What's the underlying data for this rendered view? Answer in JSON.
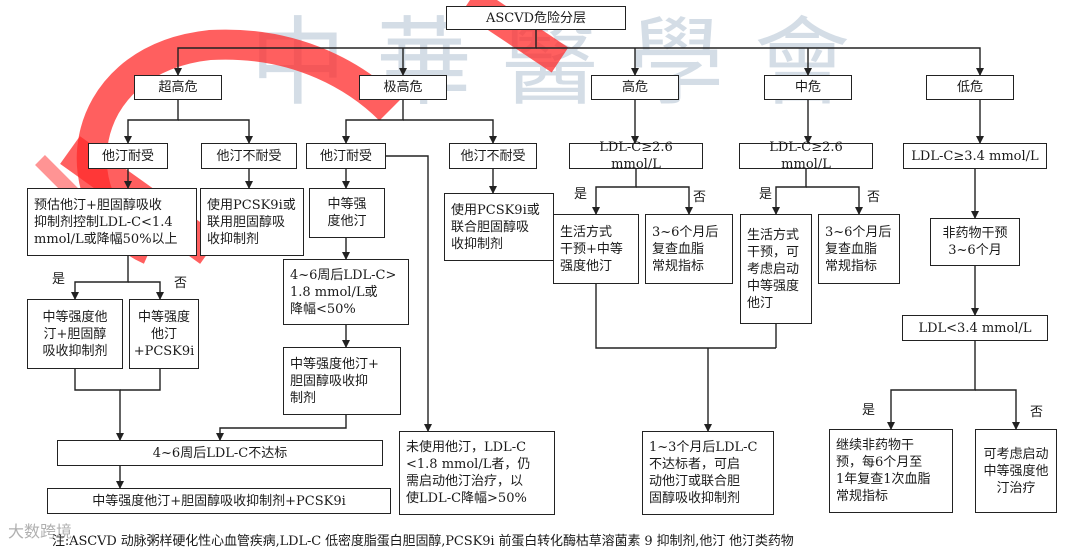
{
  "root": "ASCVD危险分层",
  "tiers": {
    "t1": "超高危",
    "t2": "极高危",
    "t3": "高危",
    "t4": "中危",
    "t5": "低危"
  },
  "nodes": {
    "n_c1": "他汀耐受",
    "n_c2": "他汀不耐受",
    "n_c3": "预估他汀+胆固醇吸收\n抑制剂控制LDL-C<1.4\nmmol/L或降幅50%以上",
    "n_c4": "使用PCSK9i或\n联用胆固醇吸\n收抑制剂",
    "n_c5": "中等强度他\n汀+胆固醇\n吸收抑制剂",
    "n_c6": "中等强度\n他汀\n+PCSK9i",
    "n_e1": "他汀耐受",
    "n_e2": "他汀不耐受",
    "n_e3": "中等强\n度他汀",
    "n_e4": "4~6周后LDL-C>\n1.8 mmol/L或\n降幅<50%",
    "n_e5": "中等强度他汀+\n胆固醇吸收抑\n制剂",
    "n_e6": "使用PCSK9i或\n联合胆固醇吸\n收抑制剂",
    "n_e7": "未使用他汀，LDL-C\n<1.8 mmol/L者，仍\n需启动他汀治疗，以\n使LDL-C降幅>50%",
    "n_m1": "4~6周后LDL-C不达标",
    "n_m2": "中等强度他汀+胆固醇吸收抑制剂+PCSK9i",
    "n_h1": "LDL-C≥2.6 mmol/L",
    "n_h2": "生活方式\n干预+中等\n强度他汀",
    "n_h3": "3~6个月后\n复查血脂\n常规指标",
    "n_i1": "LDL-C≥2.6 mmol/L",
    "n_i2": "生活方式\n干预，可\n考虑启动\n中等强度\n他汀",
    "n_i3": "3~6个月后\n复查血脂\n常规指标",
    "n_j1": "1~3个月后LDL-C\n不达标者，可启\n动他汀或联合胆\n固醇吸收抑制剂",
    "n_l1": "LDL-C≥3.4 mmol/L",
    "n_l2": "非药物干预\n3~6个月",
    "n_l3": "LDL<3.4 mmol/L",
    "n_l4": "继续非药物干\n预，每6个月至\n1年复查1次血脂\n常规指标",
    "n_l5": "可考虑启动\n中等强度他\n汀治疗"
  },
  "branch_labels": {
    "yes": "是",
    "no": "否"
  },
  "footnote": "注:ASCVD 动脉粥样硬化性心血管疾病,LDL-C 低密度脂蛋白胆固醇,PCSK9i 前蛋白转化酶枯草溶菌素 9 抑制剂,他汀 他汀类药物",
  "watermark_text": "中華醫學會",
  "corner_watermark": "大数跨境",
  "colors": {
    "line": "#222222",
    "stamp": "#ff2a2a",
    "watermark": "#9fb3c8"
  }
}
